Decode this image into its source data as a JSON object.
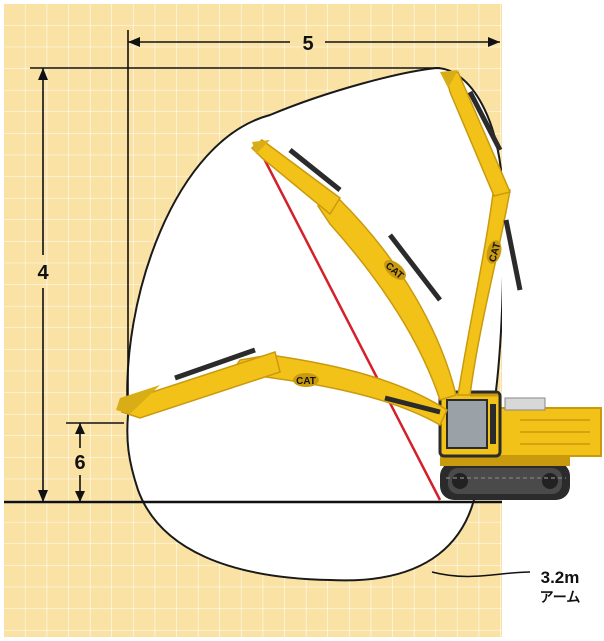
{
  "colors": {
    "grid_fill": "#f9e2a4",
    "grid_line": "#ffffff",
    "envelope_fill": "#ffffff",
    "envelope_stroke": "#1a1a1a",
    "dimension_line": "#111111",
    "reach_line": "#d3202a",
    "machine_yellow": "#f3c219",
    "machine_shadow": "#c99a0d",
    "machine_dark": "#2b2b2b",
    "cab_glass": "#9aa2a8"
  },
  "dimensions": {
    "horizontal_reach_label": "5",
    "max_height_label": "4",
    "min_height_label": "6"
  },
  "callout": {
    "line1": "3.2m",
    "line2": "アーム"
  },
  "machine": {
    "brand_mark": "CAT"
  }
}
